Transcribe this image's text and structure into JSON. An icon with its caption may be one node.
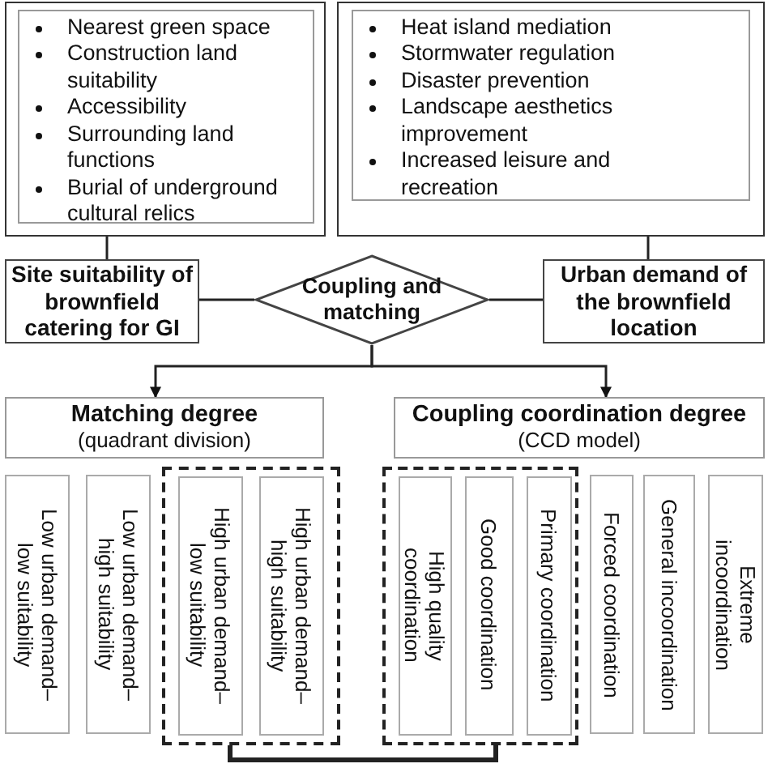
{
  "diagram": {
    "nodes": [
      {
        "text": [],
        "shape": "box"
      },
      {
        "text": [
          "Nearest green space",
          "Construction land suitability",
          "Accessibility",
          "Surrounding land functions",
          "Burial of underground cultural relics"
        ],
        "in": 0
      },
      {
        "text": [],
        "shape": "box"
      },
      {
        "text": [
          "Heat island mediation",
          "Stormwater regulation",
          "Disaster prevention",
          "Landscape aesthetics improvement",
          "Increased leisure and recreation"
        ],
        "in": 2
      },
      {
        "text": [
          "Site suitability of brownfield catering for GI"
        ]
      },
      {
        "text": [
          "Coupling and matching"
        ]
      },
      {
        "text": [
          "Urban demand of the brownfield location"
        ]
      },
      {
        "text": [
          "Matching degree",
          "(quadrant division)"
        ]
      },
      {
        "text": [
          "Coupling coordination degree",
          "(CCD model)"
        ]
      },
      {
        "text": [
          "Low urban demand–low suitability"
        ]
      },
      {
        "text": [
          "Low urban demand–high suitability"
        ]
      },
      {
        "text": [],
        "shape": "box"
      },
      {
        "text": [
          "High urban demand–low suitability"
        ],
        "in": 11
      },
      {
        "text": [
          "High urban demand–high suitability"
        ],
        "in": 11
      },
      {
        "text": [],
        "shape": "box"
      },
      {
        "text": [
          "High quality coordination"
        ],
        "in": 14
      },
      {
        "text": [
          "Good coordination"
        ],
        "in": 14
      },
      {
        "text": [
          "Primary coordination"
        ],
        "in": 14
      },
      {
        "text": [
          "Forced coordination"
        ]
      },
      {
        "text": [
          "General incoordination"
        ]
      },
      {
        "text": [
          "Extreme incoordination"
        ]
      }
    ],
    "edges": [
      {
        "from": 0,
        "to": 4,
        "arrow": "none"
      },
      {
        "from": 2,
        "to": 6,
        "arrow": "none"
      },
      {
        "from": 4,
        "to": 5,
        "arrow": "none"
      },
      {
        "from": 6,
        "to": 5,
        "arrow": "none"
      },
      {
        "from": 5,
        "to": 7,
        "arrow": "to"
      },
      {
        "from": 5,
        "to": 8,
        "arrow": "to"
      },
      {
        "from": 11,
        "to": 14,
        "arrow": "none",
        "style": "thick"
      }
    ]
  }
}
